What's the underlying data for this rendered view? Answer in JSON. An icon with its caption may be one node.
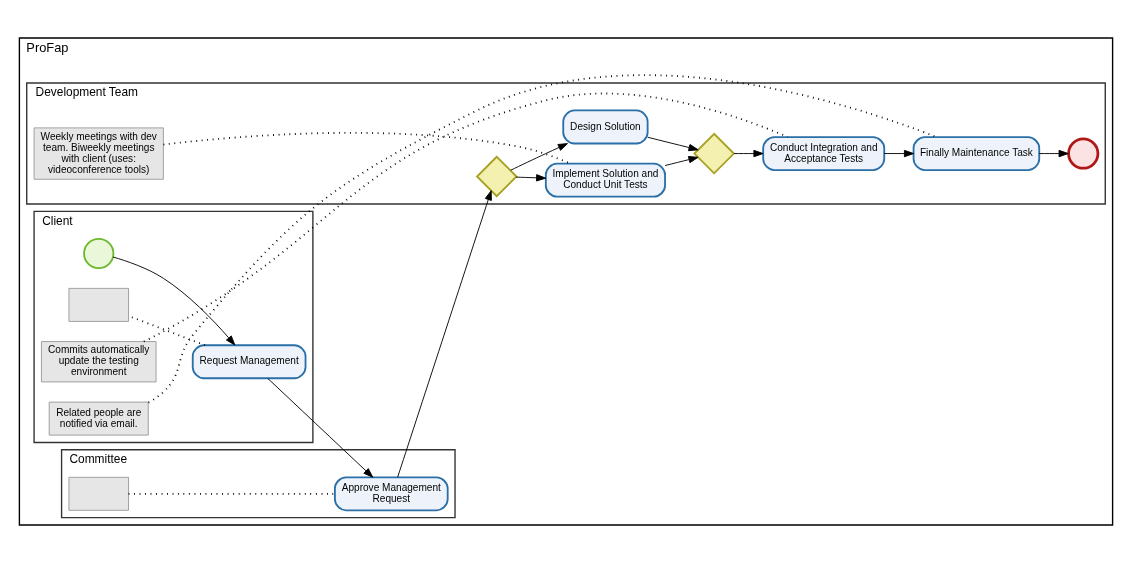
{
  "diagram": {
    "nodes": [
      {
        "text": [
          "ProFap"
        ]
      },
      {
        "text": [
          "Development Team"
        ],
        "in": 0
      },
      {
        "text": [
          "Client"
        ],
        "in": 0
      },
      {
        "text": [
          "Committee"
        ],
        "in": 0
      },
      {
        "text": [
          "Weekly meetings with dev team. Biweekly meetings with client (uses: videoconference tools)"
        ],
        "in": 1
      },
      {
        "text": [],
        "shape": "diamond",
        "in": 1
      },
      {
        "text": [
          "Implement Solution and Conduct Unit Tests"
        ],
        "in": 1
      },
      {
        "text": [
          "Design Solution"
        ],
        "in": 1
      },
      {
        "text": [],
        "shape": "diamond",
        "in": 1
      },
      {
        "text": [
          "Conduct Integration and Acceptance Tests"
        ],
        "in": 1
      },
      {
        "text": [
          "Finally Maintenance Task"
        ],
        "in": 1
      },
      {
        "text": [],
        "shape": "circle",
        "in": 1
      },
      {
        "text": [],
        "shape": "circle",
        "in": 2
      },
      {
        "text": [
          "Request Management"
        ],
        "in": 2
      },
      {
        "text": [],
        "shape": "box",
        "in": 2
      },
      {
        "text": [
          "Commits automatically update the testing environment"
        ],
        "in": 2
      },
      {
        "text": [
          "Related people are notified via email."
        ],
        "in": 2
      },
      {
        "text": [],
        "shape": "box",
        "in": 3
      },
      {
        "text": [
          "Approve Management Request"
        ],
        "in": 3
      }
    ],
    "edges": [
      {
        "from": 12,
        "to": 13,
        "arrow": "to"
      },
      {
        "from": 13,
        "to": 18,
        "arrow": "to"
      },
      {
        "from": 18,
        "to": 5,
        "arrow": "to"
      },
      {
        "from": 5,
        "to": 6,
        "arrow": "to"
      },
      {
        "from": 5,
        "to": 7,
        "arrow": "to"
      },
      {
        "from": 6,
        "to": 8,
        "arrow": "to"
      },
      {
        "from": 7,
        "to": 8,
        "arrow": "to"
      },
      {
        "from": 8,
        "to": 9,
        "arrow": "to"
      },
      {
        "from": 9,
        "to": 10,
        "arrow": "to"
      },
      {
        "from": 10,
        "to": 11,
        "arrow": "to"
      },
      {
        "from": 4,
        "to": 6,
        "arrow": "none",
        "style": "dashed"
      },
      {
        "from": 13,
        "to": 14,
        "arrow": "none",
        "style": "dashed"
      },
      {
        "from": 15,
        "to": 9,
        "arrow": "none",
        "style": "dashed"
      },
      {
        "from": 16,
        "to": 10,
        "arrow": "none",
        "style": "dashed"
      },
      {
        "from": 17,
        "to": 18,
        "arrow": "none",
        "style": "dashed"
      }
    ]
  }
}
